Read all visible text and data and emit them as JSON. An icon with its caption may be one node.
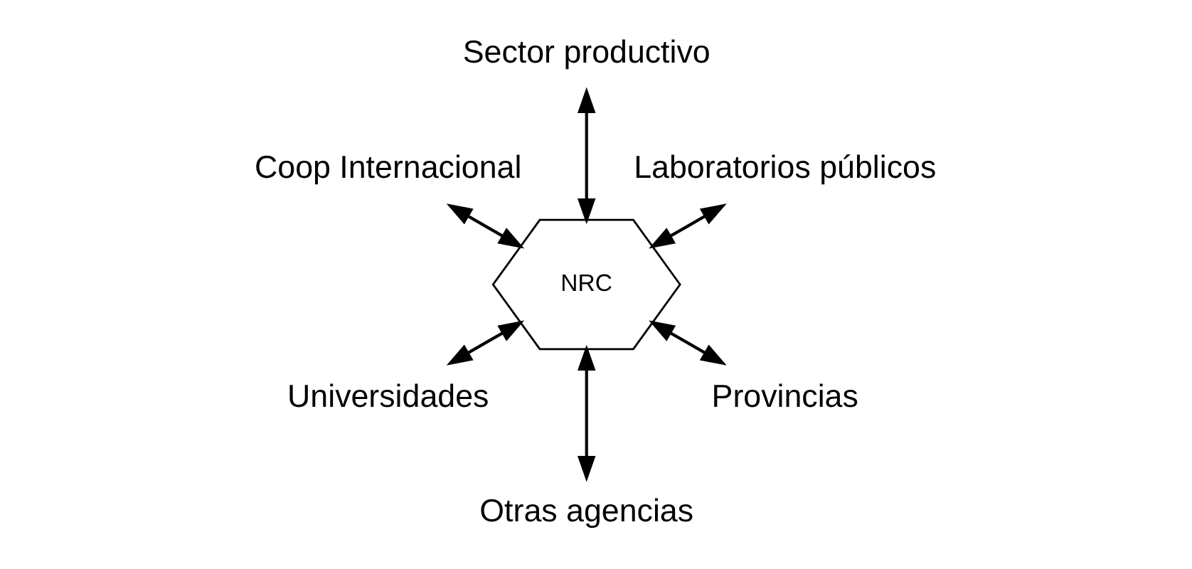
{
  "diagram": {
    "nodes": [
      {
        "text": [
          "Laboratorios públicos"
        ]
      },
      {
        "text": [
          "Sector productivo"
        ]
      },
      {
        "text": [
          "Coop Internacional"
        ]
      },
      {
        "text": [
          "NRC"
        ]
      },
      {
        "text": [
          "Universidades"
        ]
      },
      {
        "text": [
          "Otras agencias"
        ]
      },
      {
        "text": [
          "Provincias"
        ]
      }
    ],
    "edges": [
      {
        "from": 0,
        "to": 3,
        "arrow": "both"
      },
      {
        "from": 1,
        "to": 3,
        "arrow": "both"
      },
      {
        "from": 2,
        "to": 3,
        "arrow": "both"
      },
      {
        "from": 4,
        "to": 3,
        "arrow": "both"
      },
      {
        "from": 5,
        "to": 3,
        "arrow": "both"
      },
      {
        "from": 6,
        "to": 3,
        "arrow": "both"
      }
    ]
  }
}
